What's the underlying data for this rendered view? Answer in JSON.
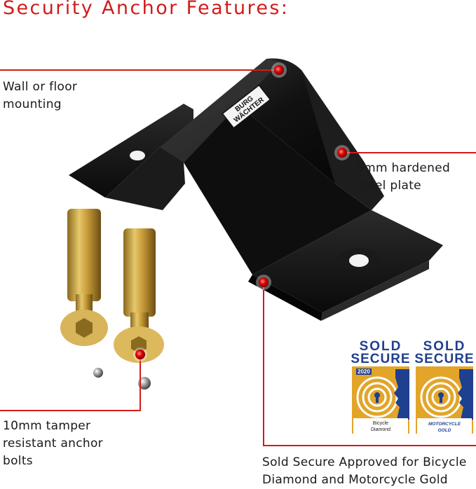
{
  "title": "Security Anchor Features:",
  "labels": {
    "mounting": [
      "Wall or floor",
      "mounting"
    ],
    "steel": [
      "6mm hardened",
      "steel plate"
    ],
    "bolts": [
      "10mm tamper",
      "resistant anchor",
      "bolts"
    ],
    "sold": [
      "Sold Secure Approved for Bicycle",
      "Diamond and Motorcycle Gold"
    ]
  },
  "anchor_logo": [
    "BURG",
    "WÄCHTER"
  ],
  "badges": {
    "bicycle": {
      "sold": "SOLD",
      "secure": "SECURE",
      "year": "2020",
      "line1": "Bicycle",
      "line2": "Diamond"
    },
    "motorcycle": {
      "sold": "SOLD",
      "secure": "SECURE",
      "line1": "MOTORCYCLE",
      "line2": "GOLD"
    }
  },
  "colors": {
    "accent": "#d11b1b",
    "brand_blue": "#1f3f8f",
    "badge_gold": "#e2a52a"
  }
}
